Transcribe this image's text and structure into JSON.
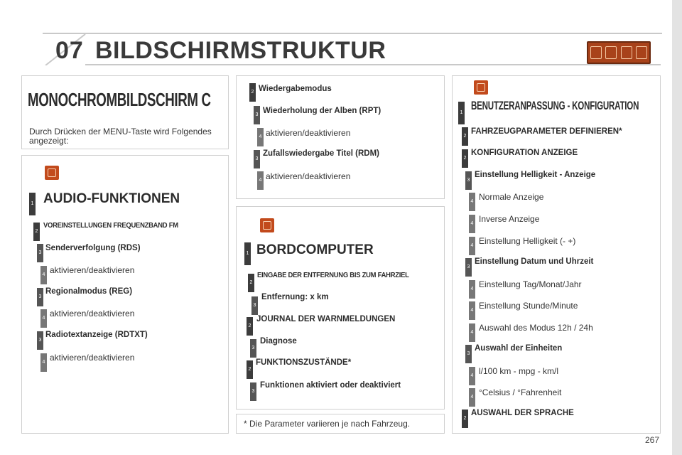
{
  "header": {
    "chapter": "07",
    "title": "BILDSCHIRMSTRUKTUR",
    "icon": "settings-icons-strip"
  },
  "mono": {
    "title": "MONOCHROMBILDSCHIRM C",
    "intro": "Durch Drücken der MENU-Taste wird Folgendes angezeigt:"
  },
  "audio": {
    "icon": "audio-icon",
    "title": "AUDIO-FUNKTIONEN",
    "section": "VOREINSTELLUNGEN FREQUENZBAND FM",
    "items": [
      {
        "label": "Senderverfolgung (RDS)",
        "sub": "aktivieren/deaktivieren"
      },
      {
        "label": "Regionalmodus (REG)",
        "sub": "aktivieren/deaktivieren"
      },
      {
        "label": "Radiotextanzeige (RDTXT)",
        "sub": "aktivieren/deaktivieren"
      }
    ]
  },
  "wiedergabe": {
    "title": "Wiedergabemodus",
    "items": [
      {
        "label": "Wiederholung der Alben (RPT)",
        "sub": "aktivieren/deaktivieren"
      },
      {
        "label": "Zufallswiedergabe Titel (RDM)",
        "sub": "aktivieren/deaktivieren"
      }
    ]
  },
  "bord": {
    "icon": "fuel-pump-icon",
    "title": "BORDCOMPUTER",
    "eingabe": "EINGABE DER ENTFERNUNG BIS ZUM FAHRZIEL",
    "entfernung": "Entfernung: x km",
    "journal": "JOURNAL DER WARNMELDUNGEN",
    "diagnose": "Diagnose",
    "funktionszustaende": "FUNKTIONSZUSTÄNDE*",
    "funktionen": "Funktionen aktiviert oder deaktiviert"
  },
  "footnote": "* Die Parameter variieren je nach Fahrzeug.",
  "benutz": {
    "icon": "settings-icon",
    "title": "BENUTZERANPASSUNG - KONFIGURATION",
    "fahrzeug": "FAHRZEUGPARAMETER DEFINIEREN*",
    "konfig": "KONFIGURATION ANZEIGE",
    "helligkeit": "Einstellung Helligkeit - Anzeige",
    "normale": "Normale Anzeige",
    "inverse": "Inverse Anzeige",
    "hell_einst": "Einstellung Helligkeit (- +)",
    "datum": "Einstellung Datum und Uhrzeit",
    "tag": "Einstellung Tag/Monat/Jahr",
    "stunde": "Einstellung Stunde/Minute",
    "modus": "Auswahl des Modus 12h / 24h",
    "einheiten": "Auswahl der Einheiten",
    "km": "l/100 km - mpg - km/l",
    "celsius": "°Celsius / °Fahrenheit",
    "sprache": "AUSWAHL DER SPRACHE"
  },
  "levels": {
    "l1": "1",
    "l2": "2",
    "l3": "3",
    "l4": "4"
  },
  "page_number": "267"
}
